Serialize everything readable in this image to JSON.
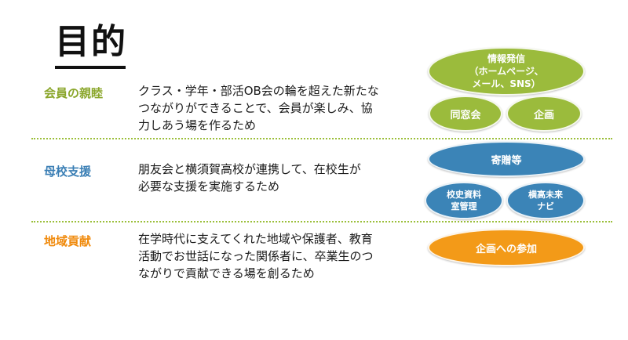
{
  "title": "目的",
  "sections": [
    {
      "label": "会員の親睦",
      "label_color": "#8aa62a",
      "desc_lines": [
        "クラス・学年・部活OB会の輪を超えた新たな",
        "つながりができることで、会員が楽しみ、協",
        "力しあう場を作るため"
      ]
    },
    {
      "label": "母校支援",
      "label_color": "#3b7fb5",
      "desc_lines": [
        "朋友会と横須賀高校が連携して、在校生が",
        "必要な支援を実施するため"
      ]
    },
    {
      "label": "地域貢献",
      "label_color": "#f08a0c",
      "desc_lines": [
        "在学時代に支えてくれた地域や保護者、教育",
        "活動でお世話になった関係者に、卒業生のつ",
        "ながりで貢献できる場を創るため"
      ]
    }
  ],
  "ovals": {
    "info": "情報発信\n（ホームページ、\nメール、SNS）",
    "alumni": "同窓会",
    "planning": "企画",
    "donation": "寄贈等",
    "archive": "校史資料\n室管理",
    "navi": "横高未来\nナビ",
    "participation": "企画への参加"
  },
  "colors": {
    "green": "#9bbb3c",
    "blue": "#3b84b7",
    "orange": "#f39a18",
    "divider": "#9bbf3a"
  }
}
